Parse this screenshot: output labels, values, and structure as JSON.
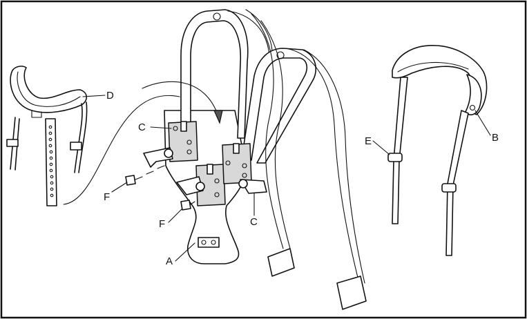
{
  "figure": {
    "callouts": [
      {
        "id": "A",
        "text": "A"
      },
      {
        "id": "B",
        "text": "B"
      },
      {
        "id": "C1",
        "text": "C"
      },
      {
        "id": "C2",
        "text": "C"
      },
      {
        "id": "D",
        "text": "D"
      },
      {
        "id": "E",
        "text": "E"
      },
      {
        "id": "F1",
        "text": "F"
      },
      {
        "id": "F2",
        "text": "F"
      }
    ]
  }
}
